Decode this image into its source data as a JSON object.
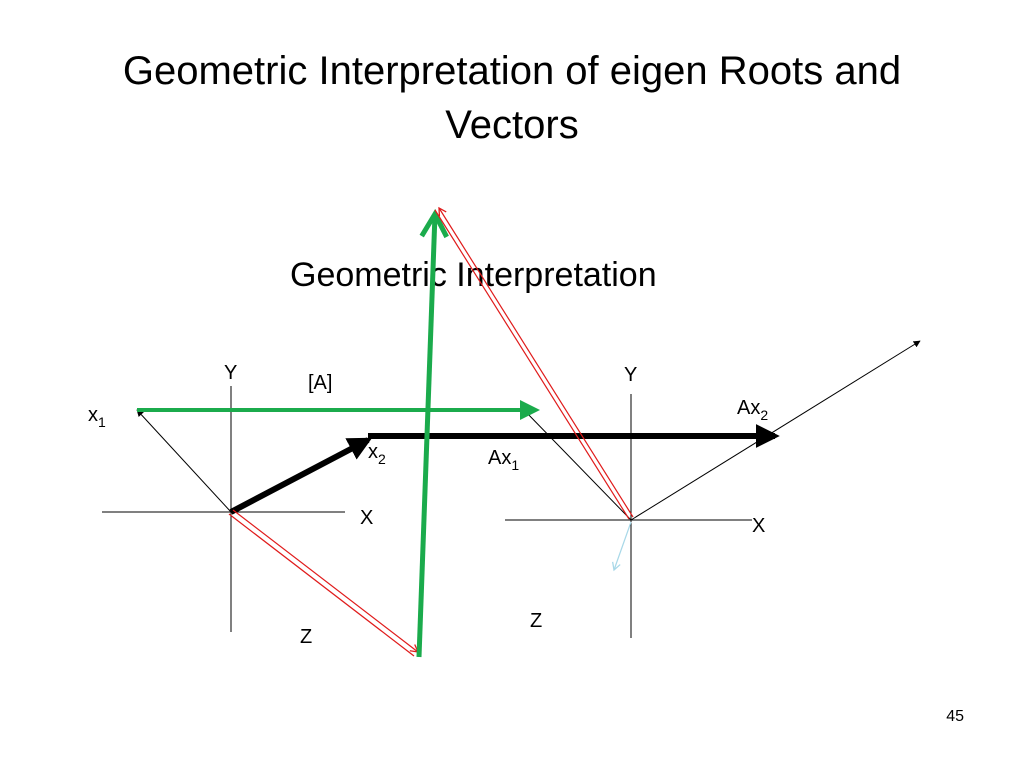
{
  "slide": {
    "title_line1": "Geometric Interpretation of eigen Roots and",
    "title_line2": "Vectors",
    "subtitle": "Geometric Interpretation",
    "page_number": "45"
  },
  "left_plot": {
    "y_axis_label": "Y",
    "x_axis_label": "X",
    "z_axis_label": "Z",
    "vector_x1_main": "x",
    "vector_x1_sub": "1",
    "vector_x2_main": "x",
    "vector_x2_sub": "2"
  },
  "transform_label": "[A]",
  "right_plot": {
    "y_axis_label": "Y",
    "x_axis_label": "X",
    "z_axis_label": "Z",
    "vector_ax1_main": "Ax",
    "vector_ax1_sub": "1",
    "vector_ax2_main": "Ax",
    "vector_ax2_sub": "2"
  },
  "colors": {
    "green_arrow": "#1bab4c",
    "red_arrow": "#e01b1b",
    "black_arrow": "#000000",
    "light_blue_arrow": "#a8d8e8",
    "axis": "#000000"
  }
}
